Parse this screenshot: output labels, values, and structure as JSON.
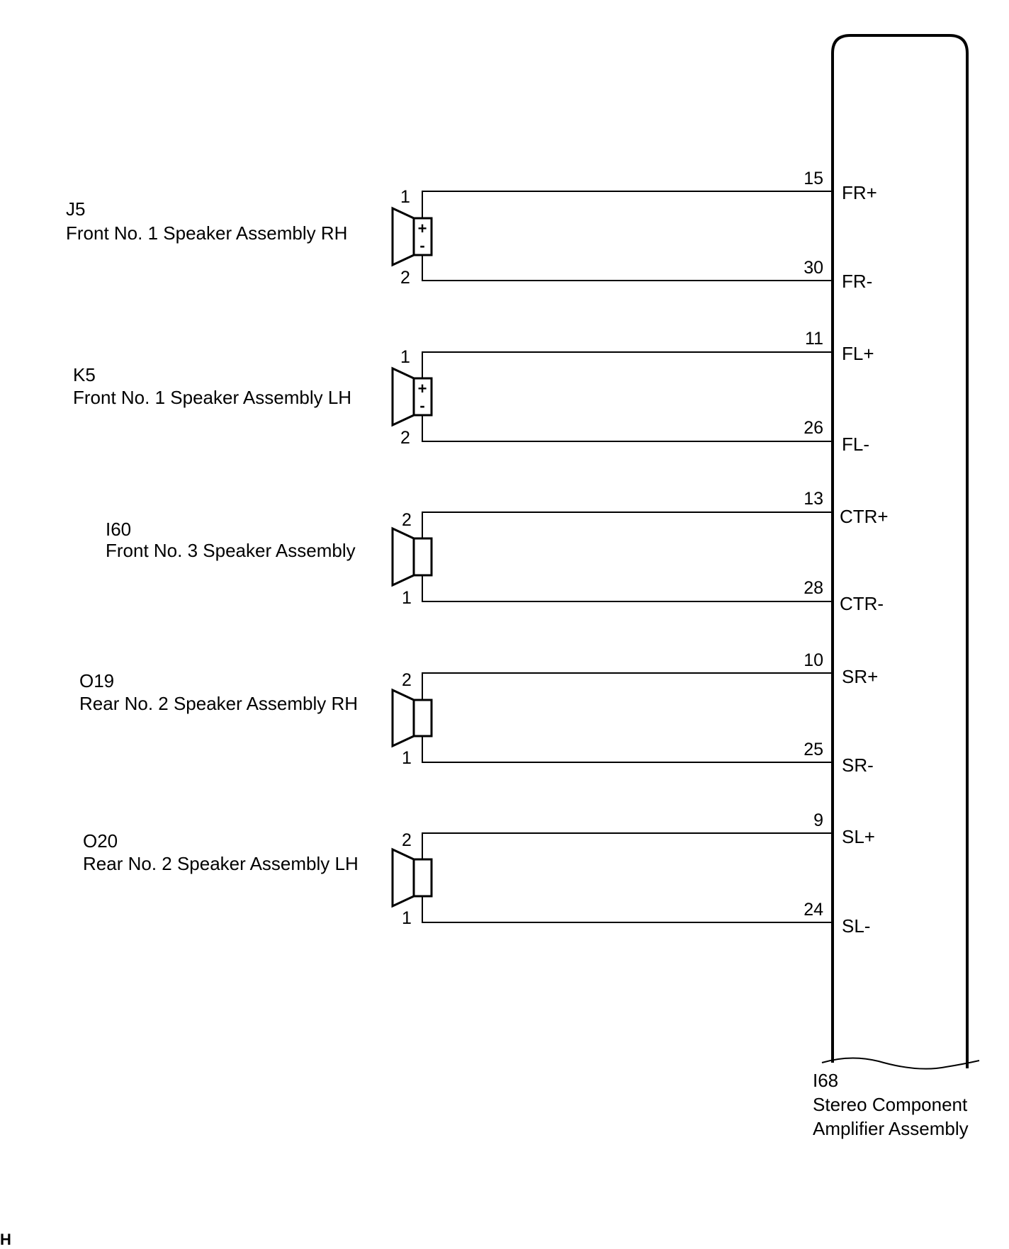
{
  "speakers": [
    {
      "connector": "J5",
      "name": "Front No. 1 Speaker Assembly RH",
      "pin_top": "1",
      "pin_bottom": "2",
      "polarity": [
        "+",
        "-"
      ]
    },
    {
      "connector": "K5",
      "name": "Front No. 1 Speaker Assembly LH",
      "pin_top": "1",
      "pin_bottom": "2",
      "polarity": [
        "+",
        "-"
      ]
    },
    {
      "connector": "I60",
      "name": "Front No. 3 Speaker Assembly",
      "pin_top": "2",
      "pin_bottom": "1"
    },
    {
      "connector": "O19",
      "name": "Rear No. 2 Speaker Assembly RH",
      "pin_top": "2",
      "pin_bottom": "1"
    },
    {
      "connector": "O20",
      "name": "Rear No. 2 Speaker Assembly LH",
      "pin_top": "2",
      "pin_bottom": "1"
    }
  ],
  "amplifier": {
    "connector": "I68",
    "name_line1": "Stereo Component",
    "name_line2": "Amplifier Assembly",
    "terminals": [
      {
        "pin": "15",
        "signal": "FR+"
      },
      {
        "pin": "30",
        "signal": "FR-"
      },
      {
        "pin": "11",
        "signal": "FL+"
      },
      {
        "pin": "26",
        "signal": "FL-"
      },
      {
        "pin": "13",
        "signal": "CTR+"
      },
      {
        "pin": "28",
        "signal": "CTR-"
      },
      {
        "pin": "10",
        "signal": "SR+"
      },
      {
        "pin": "25",
        "signal": "SR-"
      },
      {
        "pin": "9",
        "signal": "SL+"
      },
      {
        "pin": "24",
        "signal": "SL-"
      }
    ]
  },
  "corner_mark": "H"
}
